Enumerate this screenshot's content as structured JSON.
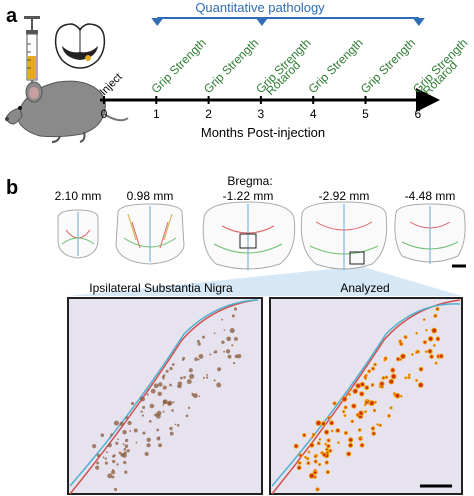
{
  "panel_a": {
    "label": "a",
    "pathology_label": "Quantitative pathology",
    "inject_label": "Inject",
    "axis_label": "Months Post-injection",
    "ticks": [
      "0",
      "1",
      "2",
      "3",
      "4",
      "5",
      "6"
    ],
    "timepoints": [
      {
        "month": 1,
        "lines": [
          "Grip Strength"
        ]
      },
      {
        "month": 2,
        "lines": [
          "Grip Strength"
        ]
      },
      {
        "month": 3,
        "lines": [
          "Grip Strength",
          "Rotarod"
        ]
      },
      {
        "month": 4,
        "lines": [
          "Grip Strength"
        ]
      },
      {
        "month": 5,
        "lines": [
          "Grip Strength"
        ]
      },
      {
        "month": 6,
        "lines": [
          "Grip Strength",
          "Rotarod"
        ]
      }
    ],
    "pathology_months": [
      1,
      3,
      6
    ],
    "colors": {
      "pathology": "#2f6db5",
      "test_text": "#2e7d32",
      "axis": "#000000",
      "syringe_fill": "#e8a820"
    }
  },
  "panel_b": {
    "label": "b",
    "bregma_label": "Bregma:",
    "sections": [
      "2.10 mm",
      "0.98 mm",
      "-1.22 mm",
      "-2.92 mm",
      "-4.48 mm"
    ],
    "left_image_title": "Ipsilateral Substantia Nigra",
    "right_image_title": "Analyzed",
    "colors": {
      "highlight": "#cfe3f3",
      "tissue": "#e7e3ee",
      "stain": "#8a5a3a",
      "analyzed": "#f0a000"
    }
  }
}
